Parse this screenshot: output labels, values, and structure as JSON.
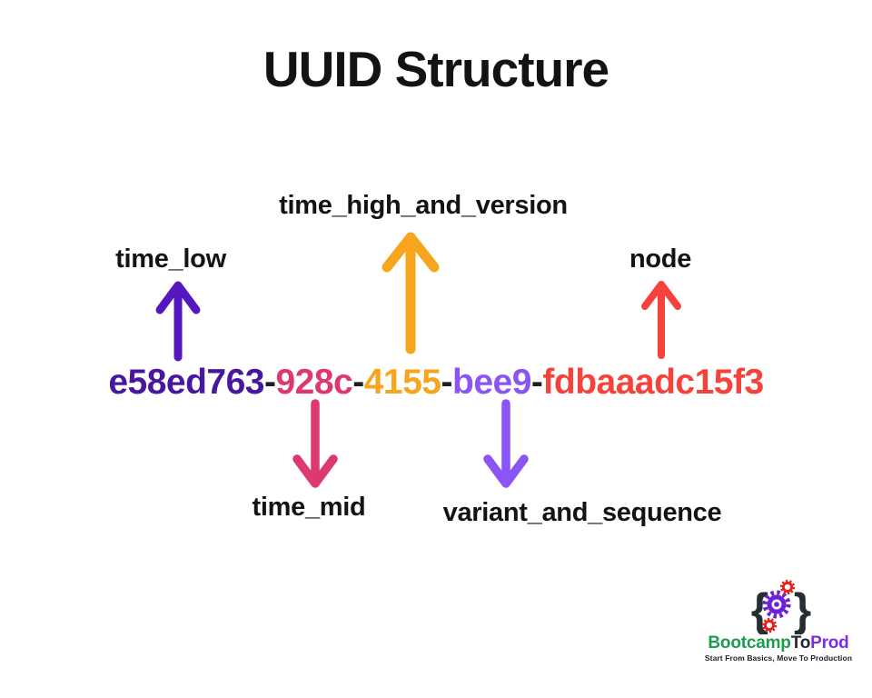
{
  "background_color": "#FFFFFF",
  "title": "UUID Structure",
  "uuid": {
    "separator": "-",
    "separator_color": "#1E1E24",
    "full_value": "e58ed763-928c-4155-bee9-fdbaaadc15f3",
    "segments": [
      {
        "name": "time_low",
        "text": "e58ed763",
        "color": "#47189E"
      },
      {
        "name": "time_mid",
        "text": "928c",
        "color": "#DC3A6E"
      },
      {
        "name": "time_high_and_version",
        "text": "4155",
        "color": "#F6A51C"
      },
      {
        "name": "variant_and_sequence",
        "text": "bee9",
        "color": "#8B55F6"
      },
      {
        "name": "node",
        "text": "fdbaaadc15f3",
        "color": "#F5423A"
      }
    ]
  },
  "annotations": {
    "time_low": {
      "label": "time_low",
      "arrow_color": "#5617BE",
      "direction": "up"
    },
    "time_high_and_version": {
      "label": "time_high_and_version",
      "arrow_color": "#F6A51C",
      "direction": "up"
    },
    "node": {
      "label": "node",
      "arrow_color": "#F5423A",
      "direction": "up"
    },
    "time_mid": {
      "label": "time_mid",
      "arrow_color": "#DC3A6E",
      "direction": "down"
    },
    "variant_and_sequence": {
      "label": "variant_and_sequence",
      "arrow_color": "#8B55F6",
      "direction": "down"
    }
  },
  "logo": {
    "brace_left": "{",
    "brace_right": "}",
    "brace_color": "#262D33",
    "gear_primary_color": "#6B21D8",
    "gear_accent_color": "#E8221A",
    "brand": [
      {
        "text": "Bootcamp",
        "color": "#1E9B4E"
      },
      {
        "text": "To",
        "color": "#1F2733"
      },
      {
        "text": "Prod",
        "color": "#7C2BE8"
      }
    ],
    "tagline": "Start From Basics, Move To Production",
    "tagline_color": "#16202C"
  }
}
